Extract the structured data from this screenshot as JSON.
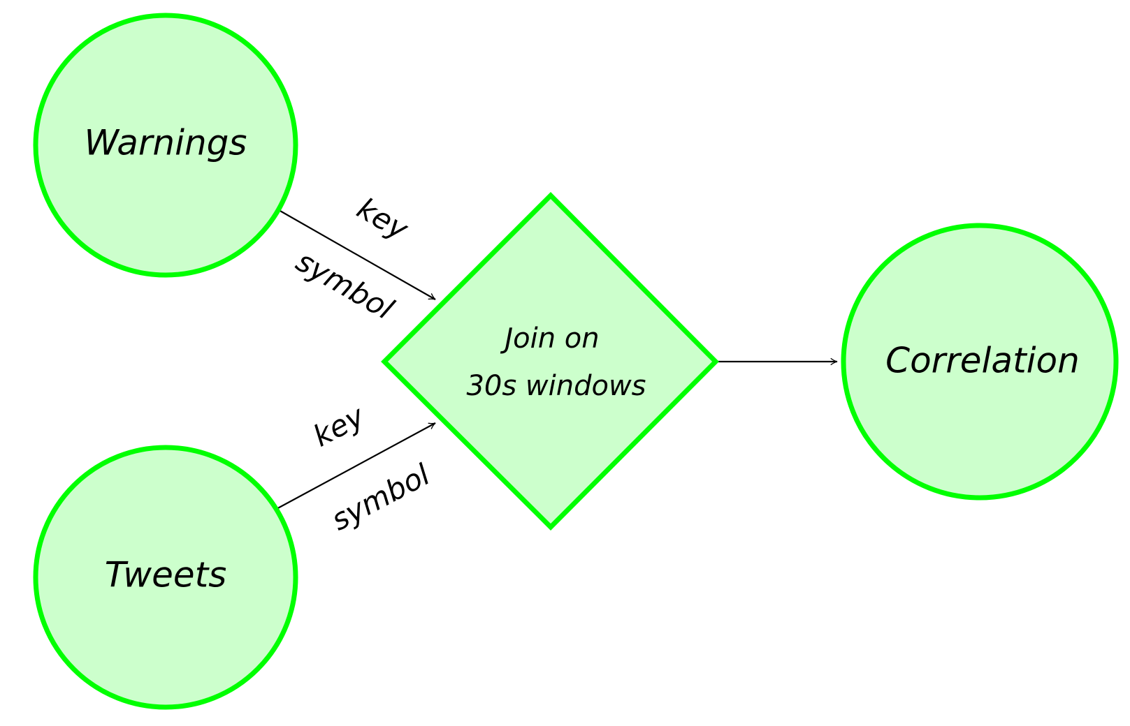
{
  "diagram": {
    "colors": {
      "node_fill": "#ccffcc",
      "node_stroke": "#00ff00",
      "edge": "#000000",
      "text": "#000000"
    },
    "nodes": {
      "warnings": {
        "label": "Warnings",
        "shape": "circle"
      },
      "tweets": {
        "label": "Tweets",
        "shape": "circle"
      },
      "join": {
        "label_line1": "Join on",
        "label_line2": "30s windows",
        "shape": "diamond"
      },
      "correlation": {
        "label": "Correlation",
        "shape": "circle"
      }
    },
    "edges": [
      {
        "from": "Warnings",
        "to": "Join on 30s windows",
        "label_above": "key",
        "label_below": "symbol"
      },
      {
        "from": "Tweets",
        "to": "Join on 30s windows",
        "label_above": "key",
        "label_below": "symbol"
      },
      {
        "from": "Join on 30s windows",
        "to": "Correlation"
      }
    ]
  }
}
